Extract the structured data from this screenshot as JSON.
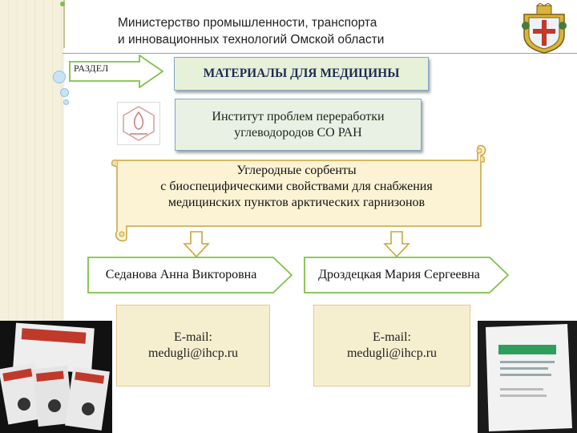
{
  "header": {
    "ministry_line1": "Министерство промышленности, транспорта",
    "ministry_line2": "и инновационных технологий Омской области"
  },
  "section": {
    "label": "РАЗДЕЛ",
    "title": "МАТЕРИАЛЫ ДЛЯ МЕДИЦИНЫ"
  },
  "institute": {
    "line1": "Институт проблем переработки",
    "line2": "углеводородов СО РАН"
  },
  "project": {
    "line1": "Углеродные сорбенты",
    "line2": "с биоспецифическими свойствами для снабжения",
    "line3": "медицинских пунктов арктических гарнизонов"
  },
  "contacts": [
    {
      "name": "Седанова Анна Викторовна",
      "email_label": "E-mail:",
      "email": "medugli@ihcp.ru"
    },
    {
      "name": "Дроздецкая Мария Сергеевна",
      "email_label": "E-mail:",
      "email": "medugli@ihcp.ru"
    }
  ],
  "colors": {
    "accent_green": "#7fc04a",
    "box_fill": "#e8f1e3",
    "scroll_fill": "#fbf3d3",
    "scroll_border": "#c9a43e",
    "email_fill": "#f6efcf"
  },
  "icons": {
    "crest": "omsk-region-coat-of-arms-icon",
    "institute": "institute-logo-icon"
  }
}
